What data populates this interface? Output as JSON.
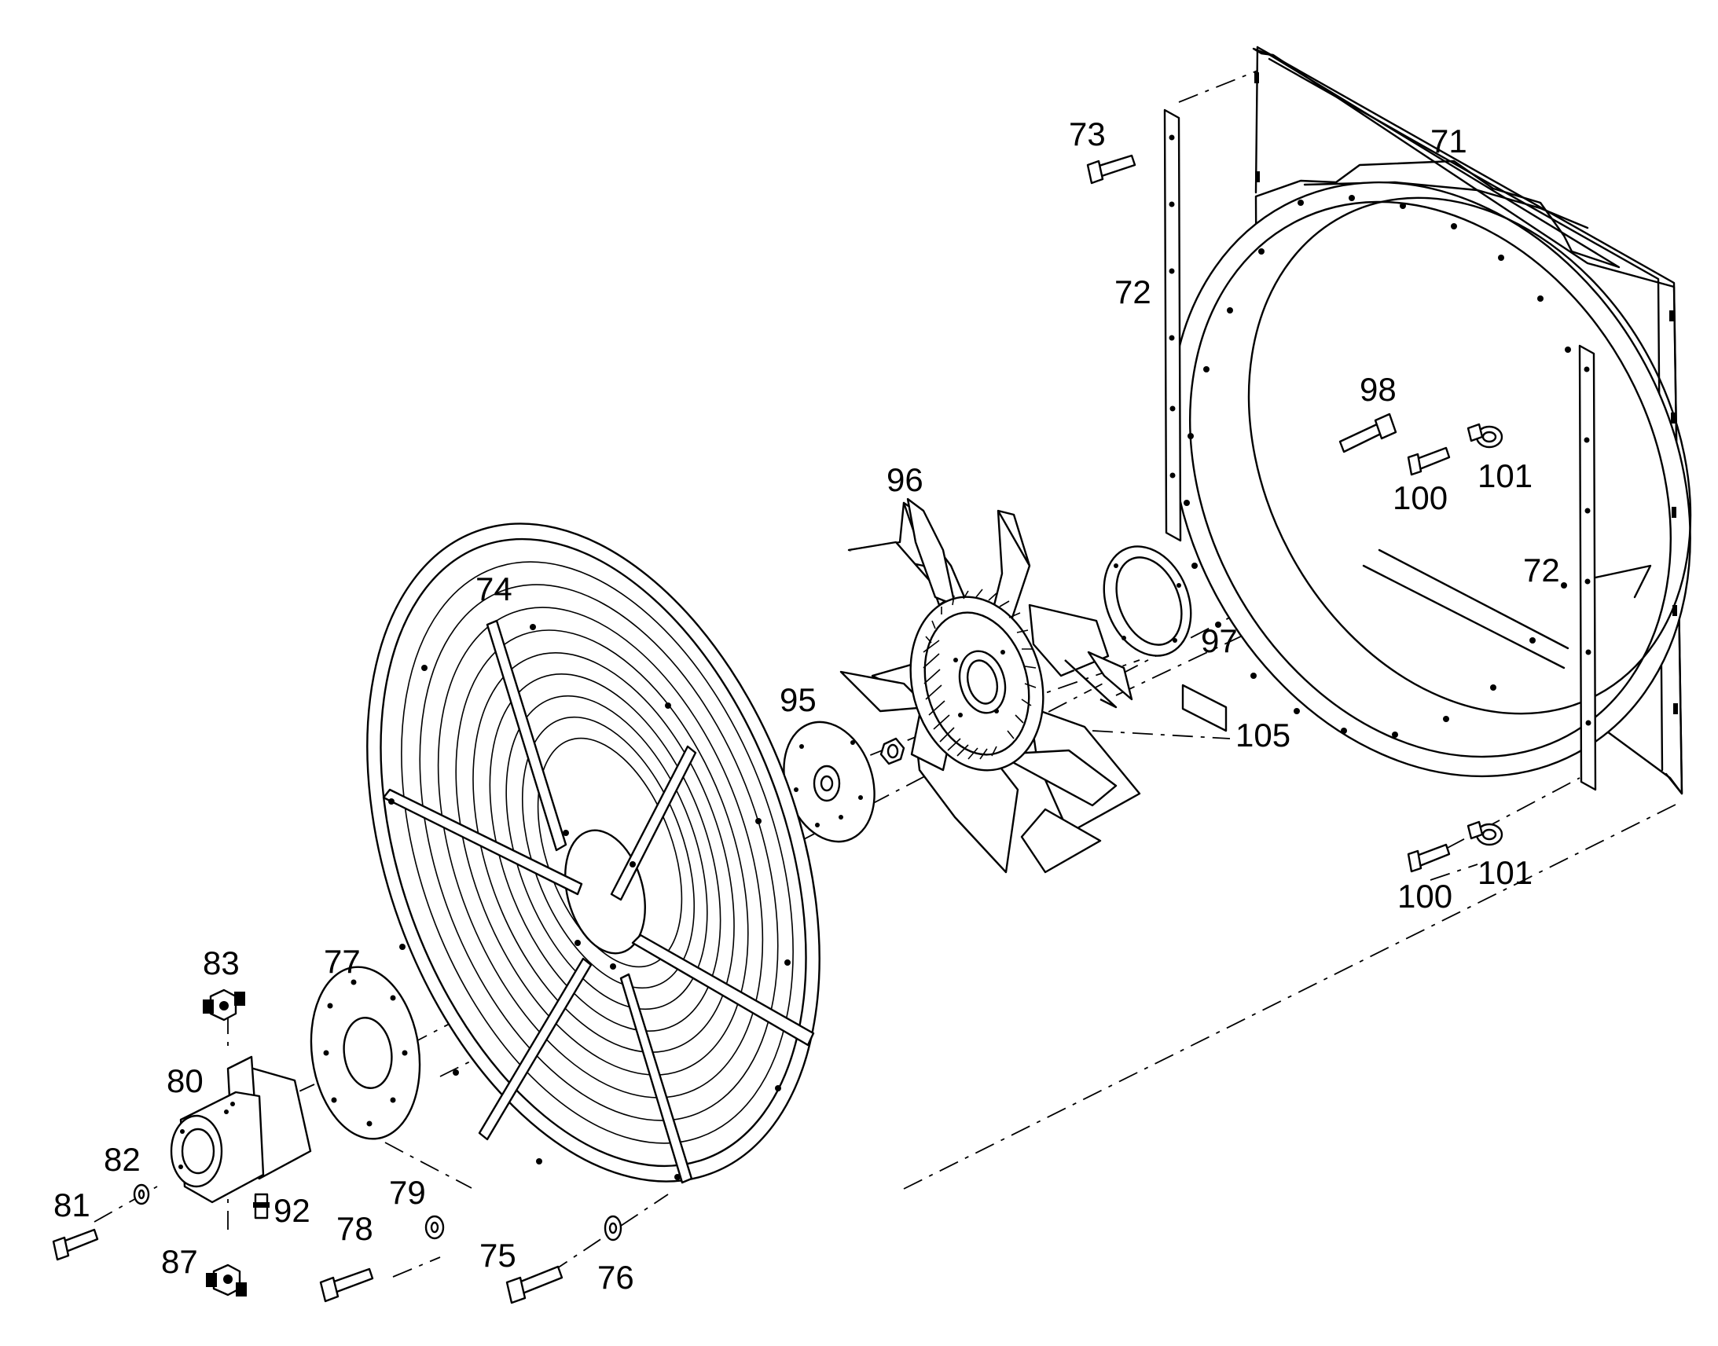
{
  "diagram": {
    "type": "exploded-parts-view",
    "callouts": {
      "c71": "71",
      "c72a": "72",
      "c72b": "72",
      "c73": "73",
      "c74": "74",
      "c75": "75",
      "c76": "76",
      "c77": "77",
      "c78": "78",
      "c79": "79",
      "c80": "80",
      "c81": "81",
      "c82": "82",
      "c83": "83",
      "c87": "87",
      "c92": "92",
      "c95": "95",
      "c96": "96",
      "c97": "97",
      "c98": "98",
      "c100a": "100",
      "c100b": "100",
      "c101a": "101",
      "c101b": "101",
      "c105": "105"
    }
  }
}
